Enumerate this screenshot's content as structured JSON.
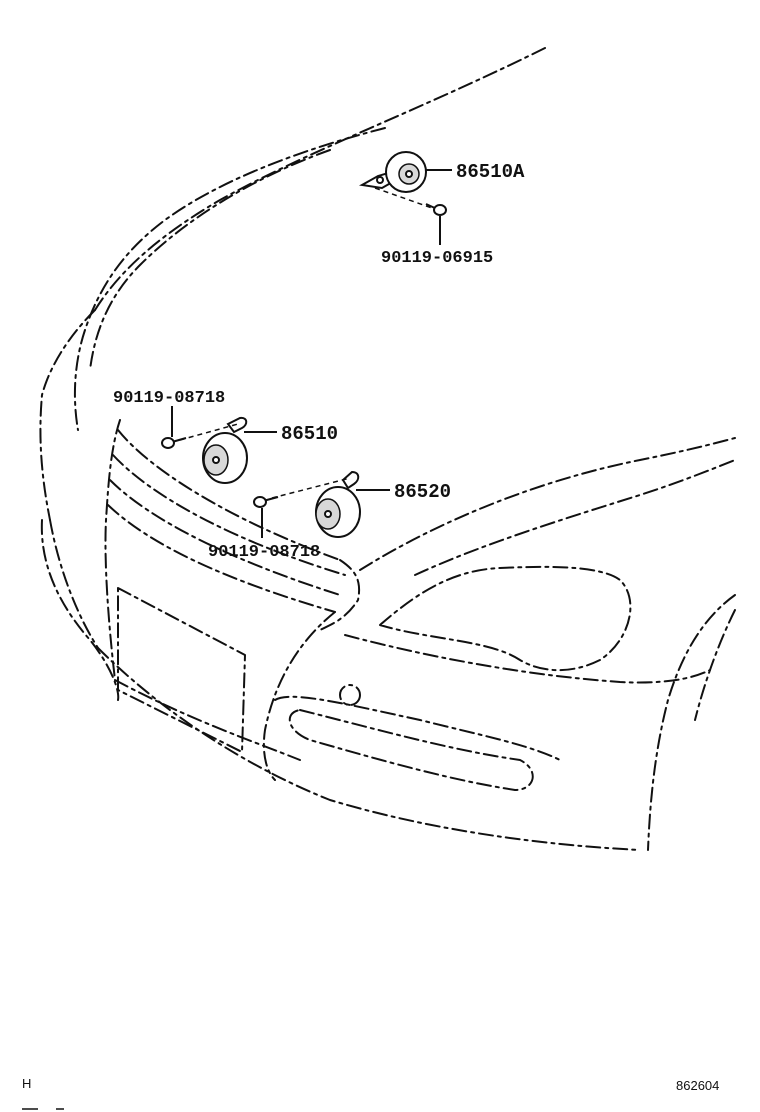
{
  "callouts": {
    "horn_upper": "86510A",
    "bolt_upper": "90119-06915",
    "bolt_left": "90119-08718",
    "horn_left": "86510",
    "horn_right": "86520",
    "bolt_lower": "90119-08718"
  },
  "footer": {
    "left_mark": "H",
    "diagram_code": "862604"
  }
}
